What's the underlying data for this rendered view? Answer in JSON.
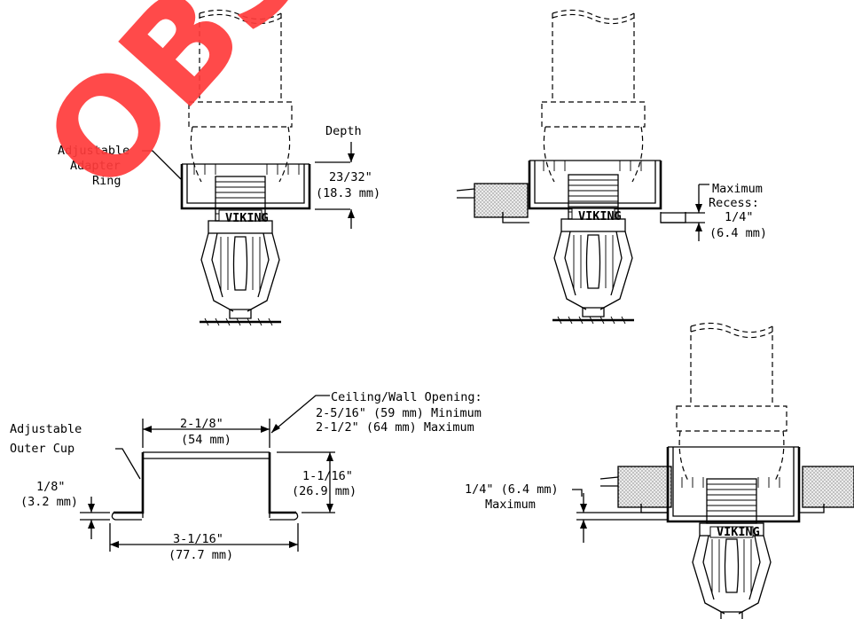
{
  "watermark": "OBSOLETE",
  "view1": {
    "adapter_label": [
      "Adjustable",
      "Adapter",
      "Ring"
    ],
    "depth_label": "Depth",
    "depth_value": "23/32\"",
    "depth_metric": "(18.3 mm)"
  },
  "view2": {
    "recess_label": [
      "Maximum",
      "Recess:"
    ],
    "recess_value": "1/4\"",
    "recess_metric": "(6.4 mm)"
  },
  "view3": {
    "cup_label": [
      "Adjustable",
      "Outer Cup"
    ],
    "opening_title": "Ceiling/Wall Opening:",
    "opening_min": "2-5/16\" (59 mm) Minimum",
    "opening_max": "2-1/2\" (64 mm) Maximum",
    "top_width": "2-1/8\"",
    "top_width_metric": "(54 mm)",
    "height": "1-1/16\"",
    "height_metric": "(26.9 mm)",
    "lip": "1/8\"",
    "lip_metric": "(3.2 mm)",
    "bottom_width": "3-1/16\"",
    "bottom_width_metric": "(77.7 mm)"
  },
  "view4": {
    "max_label": "1/4\" (6.4 mm)",
    "max_word": "Maximum"
  },
  "brand_plate": "VIKING"
}
